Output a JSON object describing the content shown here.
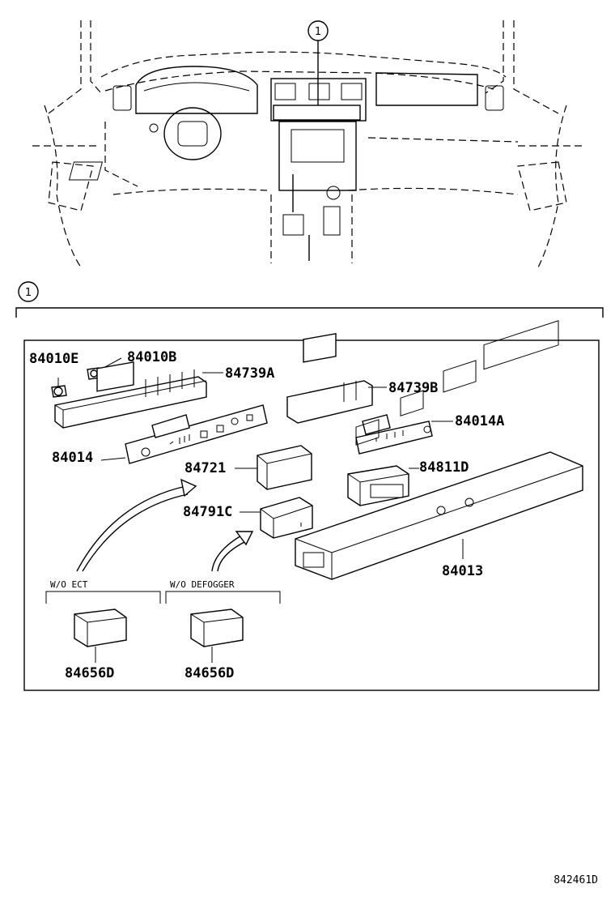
{
  "callout": {
    "number": "1"
  },
  "section_marker": "1",
  "parts": {
    "p84010E": "84010E",
    "p84010B": "84010B",
    "p84739A": "84739A",
    "p84739B": "84739B",
    "p84014": "84014",
    "p84014A": "84014A",
    "p84721": "84721",
    "p84811D": "84811D",
    "p84791C": "84791C",
    "p84013": "84013",
    "p84656D_a": "84656D",
    "p84656D_b": "84656D"
  },
  "conditions": {
    "wo_ect": "W/O ECT",
    "wo_defogger": "W/O DEFOGGER"
  },
  "diagram_code": "842461D"
}
